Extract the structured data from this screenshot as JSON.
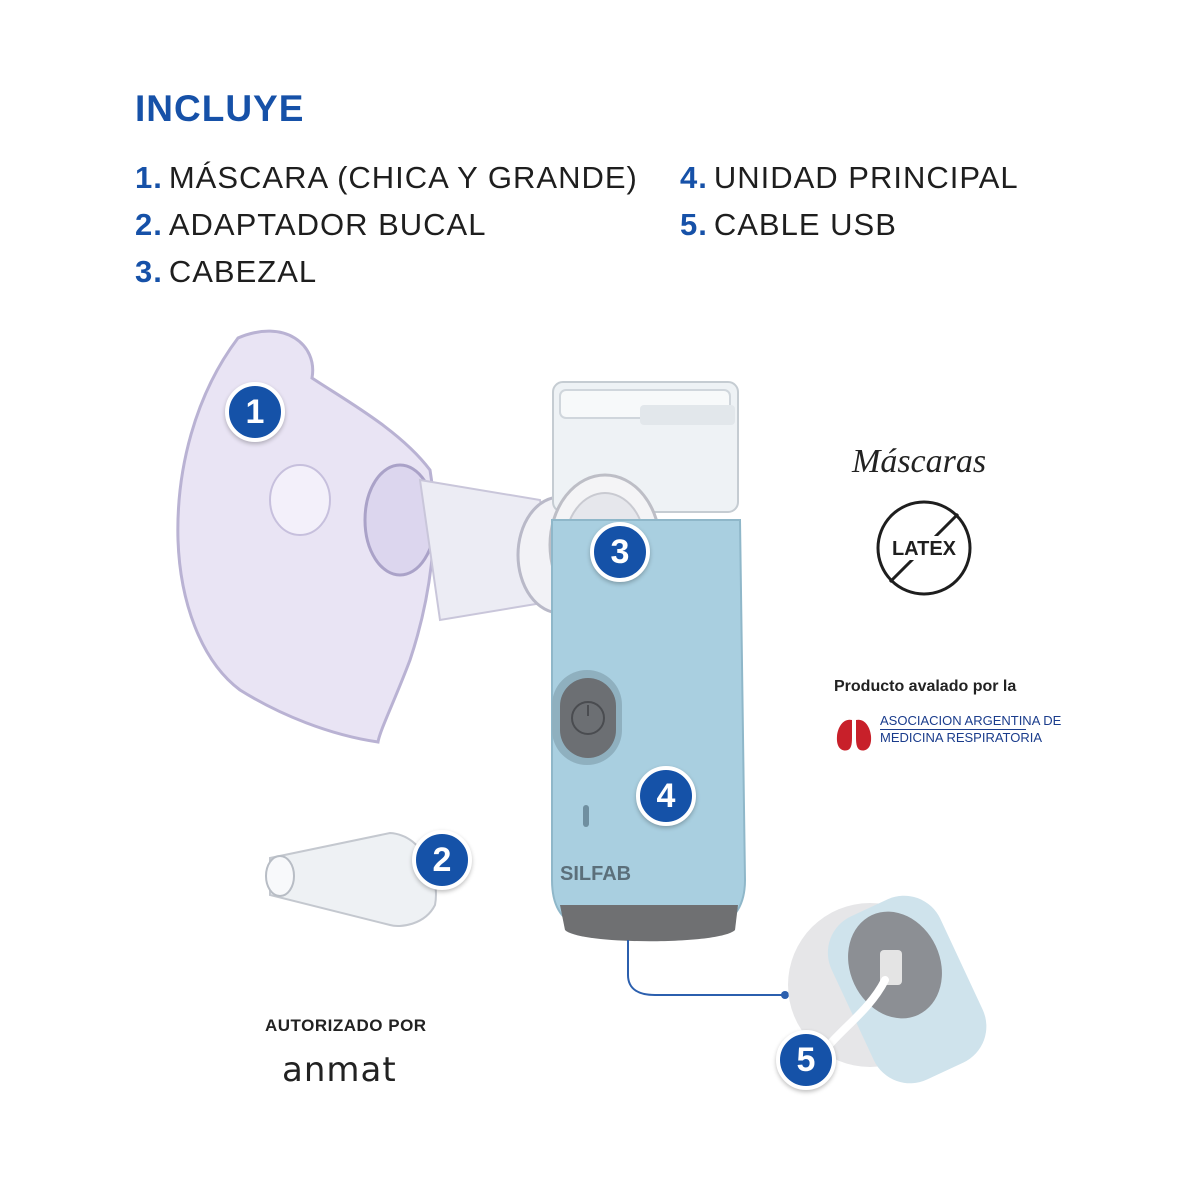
{
  "title": "INCLUYE",
  "items_left": [
    {
      "num": "1.",
      "label": "MÁSCARA (CHICA Y GRANDE)"
    },
    {
      "num": "2.",
      "label": "ADAPTADOR BUCAL"
    },
    {
      "num": "3.",
      "label": "CABEZAL"
    }
  ],
  "items_right": [
    {
      "num": "4.",
      "label": "UNIDAD PRINCIPAL"
    },
    {
      "num": "5.",
      "label": "CABLE USB"
    }
  ],
  "badges": [
    "1",
    "2",
    "3",
    "4",
    "5"
  ],
  "mascaras_label": "Máscaras",
  "latex_label": "LATEX",
  "avalado_label": "Producto avalado por la",
  "aamr_line1": "ASOCIACION ARGENTINA DE",
  "aamr_line2": "MEDICINA RESPIRATORIA",
  "autorizado_label": "AUTORIZADO POR",
  "anmat_label": "anmat",
  "brand_label": "SILFAB",
  "colors": {
    "accent_blue": "#1651a8",
    "device_blue": "#a9cfe0",
    "aamr_red": "#c8202a"
  }
}
